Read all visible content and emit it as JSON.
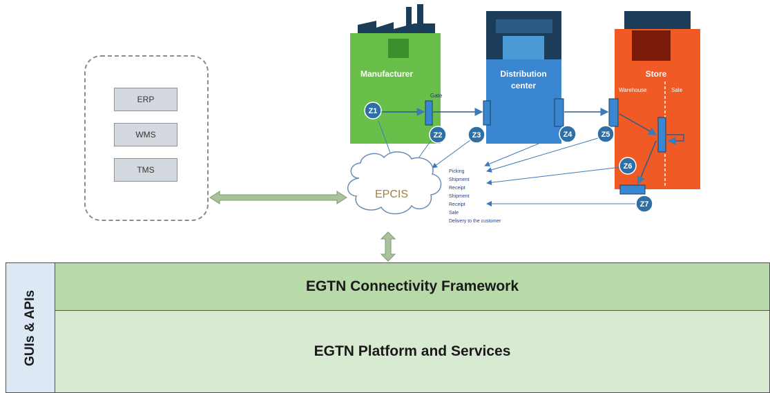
{
  "systems": [
    "ERP",
    "WMS",
    "TMS"
  ],
  "stages": {
    "manufacturer": "Manufacturer",
    "distribution_line1": "Distribution",
    "distribution_line2": "center",
    "store": "Store",
    "warehouse": "Warehouse",
    "sale": "Sale",
    "gate": "Gate"
  },
  "zones": [
    "Z1",
    "Z2",
    "Z3",
    "Z4",
    "Z5",
    "Z6",
    "Z7"
  ],
  "epcis_label": "EPCIS",
  "events": [
    "Picking",
    "Shipment",
    "Receipt",
    "Shipment",
    "Receipt",
    "Sale",
    "Delivery to the customer"
  ],
  "bands": {
    "connectivity": "EGTN Connectivity Framework",
    "platform": "EGTN Platform and Services",
    "side": "GUIs & APIs"
  },
  "colors": {
    "manufacturer": "#6abf4b",
    "distribution": "#3a86d0",
    "store": "#f05a24",
    "zone_circle": "#2f6fa6",
    "connector_arrow": "#a9c29b"
  }
}
